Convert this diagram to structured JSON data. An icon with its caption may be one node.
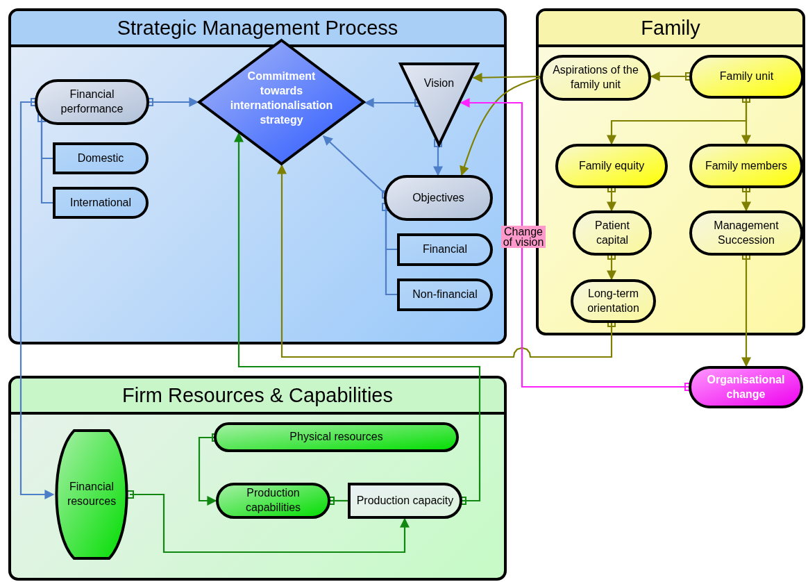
{
  "diagram": {
    "nodes": [
      {
        "text": [
          "Strategic Management Process"
        ]
      },
      {
        "text": [
          "Financial performance"
        ],
        "in": 0
      },
      {
        "text": [
          "Domestic"
        ],
        "in": 0
      },
      {
        "text": [
          "International"
        ],
        "in": 0
      },
      {
        "text": [
          "Commitment towards internationalisation strategy"
        ],
        "in": 0
      },
      {
        "text": [
          "Vision"
        ],
        "in": 0
      },
      {
        "text": [
          "Objectives"
        ],
        "in": 0
      },
      {
        "text": [
          "Financial"
        ],
        "in": 0
      },
      {
        "text": [
          "Non-financial"
        ],
        "in": 0
      },
      {
        "text": [
          "Family"
        ]
      },
      {
        "text": [
          "Aspirations of the family unit"
        ],
        "in": 9
      },
      {
        "text": [
          "Family unit"
        ],
        "in": 9
      },
      {
        "text": [
          "Family equity"
        ],
        "in": 9
      },
      {
        "text": [
          "Family members"
        ],
        "in": 9
      },
      {
        "text": [
          "Patient capital"
        ],
        "in": 9
      },
      {
        "text": [
          "Management Succession"
        ],
        "in": 9
      },
      {
        "text": [
          "Long-term orientation"
        ],
        "in": 9
      },
      {
        "text": [
          "Organisational change"
        ]
      },
      {
        "text": [
          "Firm Resources & Capabilities"
        ]
      },
      {
        "text": [
          "Financial resources"
        ],
        "in": 18
      },
      {
        "text": [
          "Physical resources"
        ],
        "in": 18
      },
      {
        "text": [
          "Production capabilities"
        ],
        "in": 18
      },
      {
        "text": [
          "Production capacity"
        ],
        "in": 18
      }
    ],
    "edges": [
      {
        "from": 1,
        "to": 4,
        "arrow": "to",
        "color": "#4f7ec8"
      },
      {
        "from": 5,
        "to": 4,
        "arrow": "to",
        "color": "#4f7ec8"
      },
      {
        "from": 6,
        "to": 4,
        "arrow": "to",
        "color": "#4f7ec8"
      },
      {
        "from": 5,
        "to": 6,
        "arrow": "to",
        "color": "#4f7ec8"
      },
      {
        "from": 1,
        "to": 2,
        "arrow": "other",
        "color": "#4f7ec8"
      },
      {
        "from": 1,
        "to": 3,
        "arrow": "other",
        "color": "#4f7ec8"
      },
      {
        "from": 6,
        "to": 7,
        "arrow": "other",
        "color": "#4f7ec8"
      },
      {
        "from": 6,
        "to": 8,
        "arrow": "other",
        "color": "#4f7ec8"
      },
      {
        "from": 1,
        "to": 19,
        "arrow": "to",
        "color": "#4f7ec8"
      },
      {
        "from": 10,
        "to": 5,
        "arrow": "to"
      },
      {
        "from": 10,
        "to": 6,
        "arrow": "to"
      },
      {
        "from": 11,
        "to": 10,
        "arrow": "to"
      },
      {
        "from": 11,
        "to": 12,
        "arrow": "to"
      },
      {
        "from": 11,
        "to": 13,
        "arrow": "to"
      },
      {
        "from": 12,
        "to": 14,
        "arrow": "to"
      },
      {
        "from": 13,
        "to": 15,
        "arrow": "to"
      },
      {
        "from": 14,
        "to": 16,
        "arrow": "to"
      },
      {
        "from": 15,
        "to": 17,
        "arrow": "to"
      },
      {
        "from": 16,
        "to": 4,
        "arrow": "to"
      },
      {
        "from": 17,
        "to": 5,
        "arrow": "to",
        "label": "Change of vision",
        "color": "#ff22ff"
      },
      {
        "from": 22,
        "to": 4,
        "arrow": "to",
        "color": "#118811"
      },
      {
        "from": 19,
        "to": 22,
        "arrow": "to",
        "color": "#118811"
      },
      {
        "from": 20,
        "to": 21,
        "arrow": "to",
        "color": "#118811"
      },
      {
        "from": 21,
        "to": 22,
        "arrow": "other",
        "color": "#118811"
      }
    ]
  }
}
